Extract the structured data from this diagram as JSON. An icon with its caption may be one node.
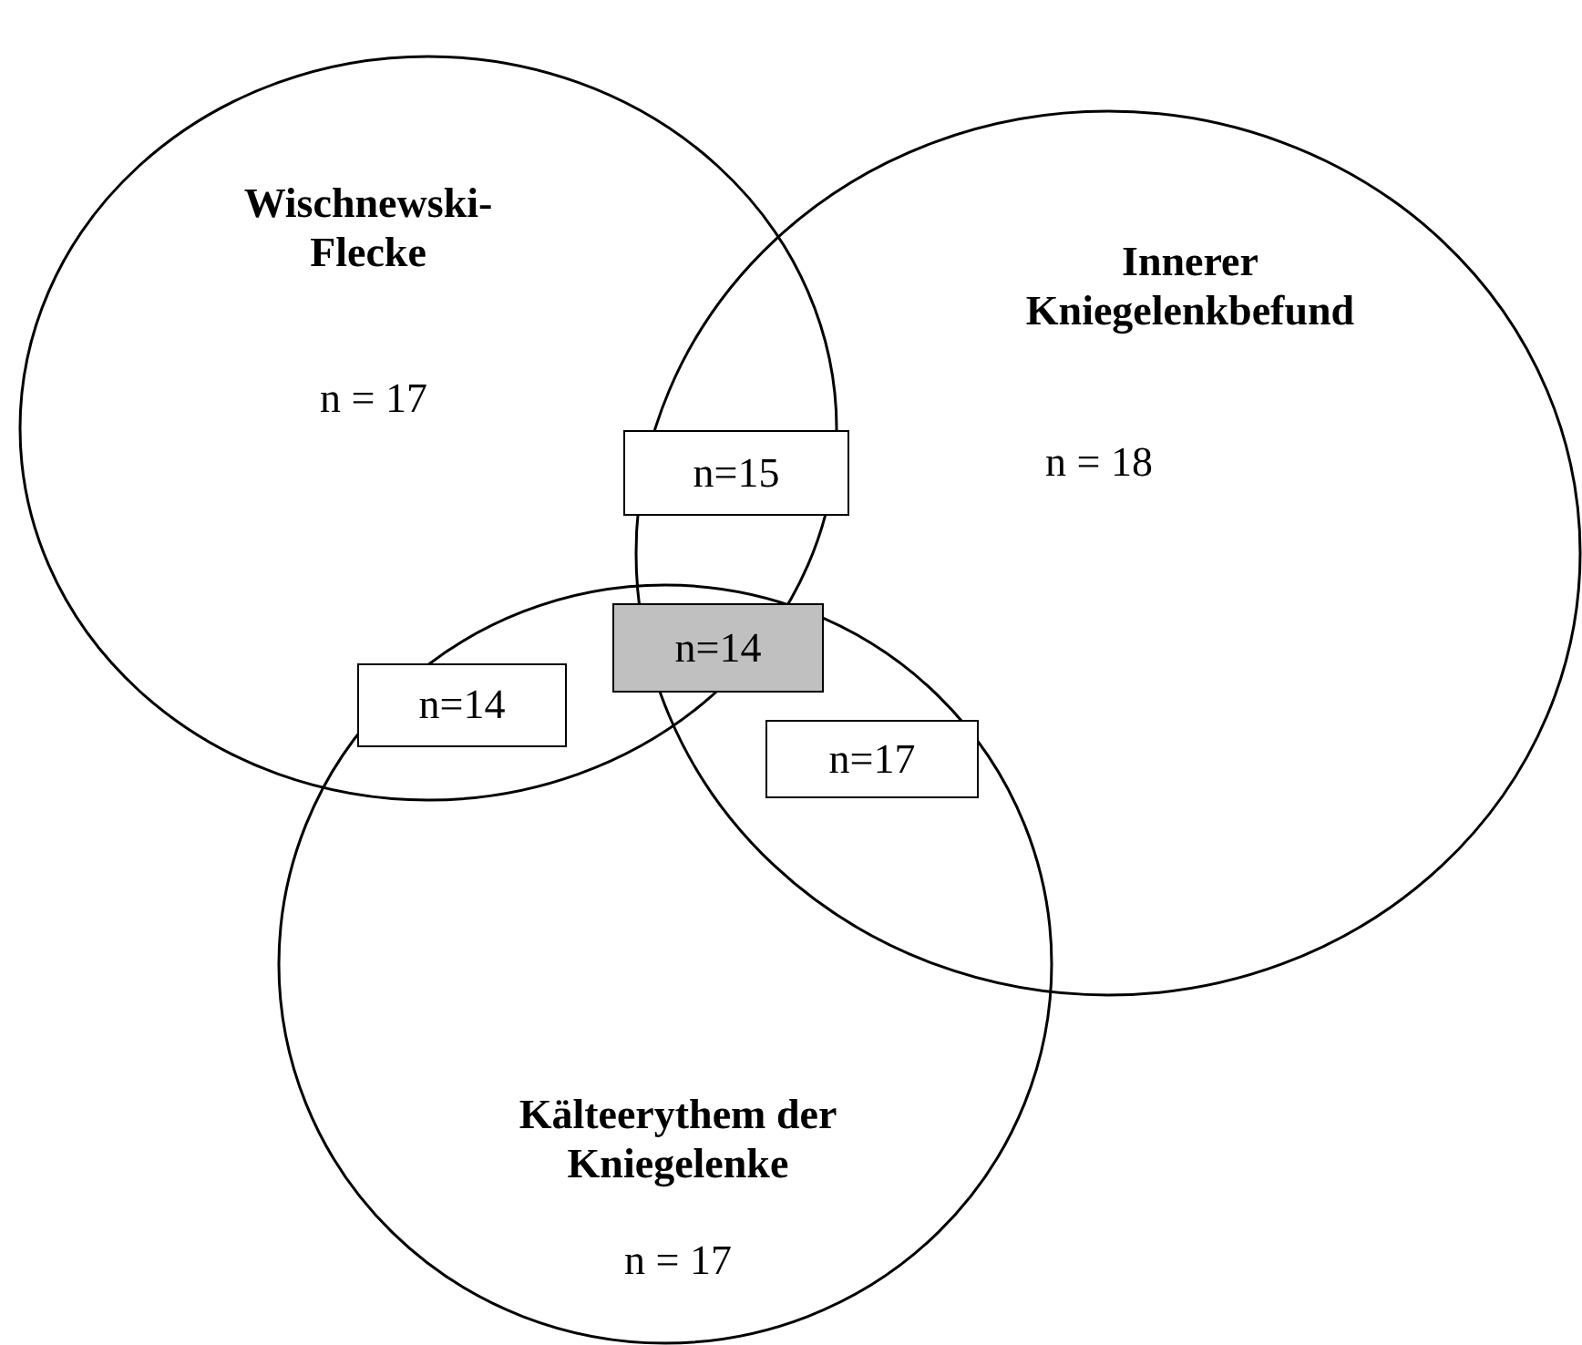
{
  "diagram": {
    "nodes": [
      {
        "text": [
          "Wischnewski-Flecke",
          "n = 17"
        ]
      },
      {
        "text": [
          "Innerer Kniegelenkbefund",
          "n = 18"
        ]
      },
      {
        "text": [
          "Kälteerythem der Kniegelenke",
          "n = 17"
        ]
      },
      {
        "text": [
          "n=15"
        ]
      },
      {
        "text": [
          "n=14"
        ]
      },
      {
        "text": [
          "n=14"
        ]
      },
      {
        "text": [
          "n=17"
        ]
      }
    ]
  }
}
